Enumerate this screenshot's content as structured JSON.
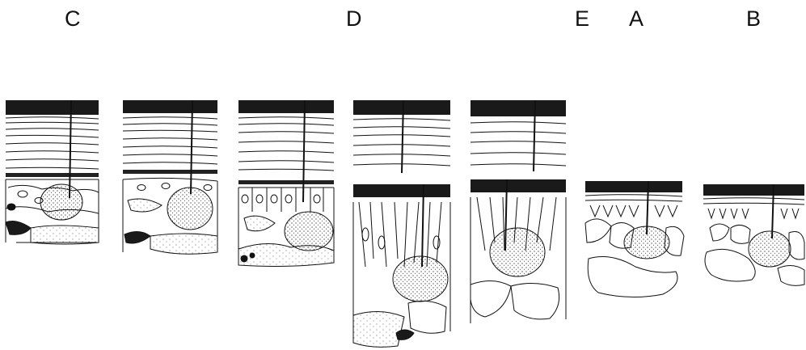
{
  "labels": {
    "c": "C",
    "d": "D",
    "e": "E",
    "a": "A",
    "b": "B"
  },
  "style": {
    "ink": "#111111",
    "paper": "#ffffff"
  },
  "panels": [
    {
      "id": "panel-1",
      "kind": "ganglion-low"
    },
    {
      "id": "panel-2",
      "kind": "ganglion-low"
    },
    {
      "id": "panel-3",
      "kind": "columnar-epithelium"
    },
    {
      "id": "panel-4",
      "kind": "split-with-bundle"
    },
    {
      "id": "panel-5",
      "kind": "split-with-bundle"
    },
    {
      "id": "panel-6",
      "kind": "short-epidermis"
    },
    {
      "id": "panel-7",
      "kind": "short-epidermis"
    }
  ]
}
